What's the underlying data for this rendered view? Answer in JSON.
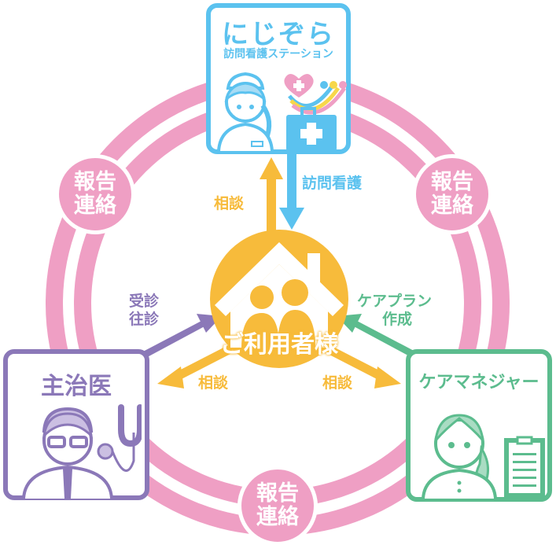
{
  "colors": {
    "ring": "#ef9fc4",
    "nurse": "#5bc2ef",
    "home": "#f7bb3b",
    "doctor": "#8b78b8",
    "caremanager": "#5cbc8e",
    "white": "#ffffff"
  },
  "nursing_station": {
    "title": "にじぞら",
    "subtitle": "訪問看護ステーション",
    "icon": "nurse-with-medical-bag-icon"
  },
  "center": {
    "label": "ご利用者様",
    "icon": "house-family-icon"
  },
  "doctor": {
    "title": "主治医",
    "icon": "doctor-stethoscope-icon"
  },
  "care_manager": {
    "title": "ケアマネジャー",
    "icon": "care-manager-clipboard-icon"
  },
  "badges": [
    {
      "line1": "報告",
      "line2": "連絡",
      "position": "upper-left"
    },
    {
      "line1": "報告",
      "line2": "連絡",
      "position": "upper-right"
    },
    {
      "line1": "報告",
      "line2": "連絡",
      "position": "bottom"
    }
  ],
  "arrows": {
    "to_nurse_consult": "相談",
    "from_nurse_visit": "訪問看護",
    "doctor_visit_line1": "受診",
    "doctor_visit_line2": "往診",
    "to_doctor_consult": "相談",
    "to_cm_consult": "相談",
    "careplan_line1": "ケアプラン",
    "careplan_line2": "作成"
  }
}
